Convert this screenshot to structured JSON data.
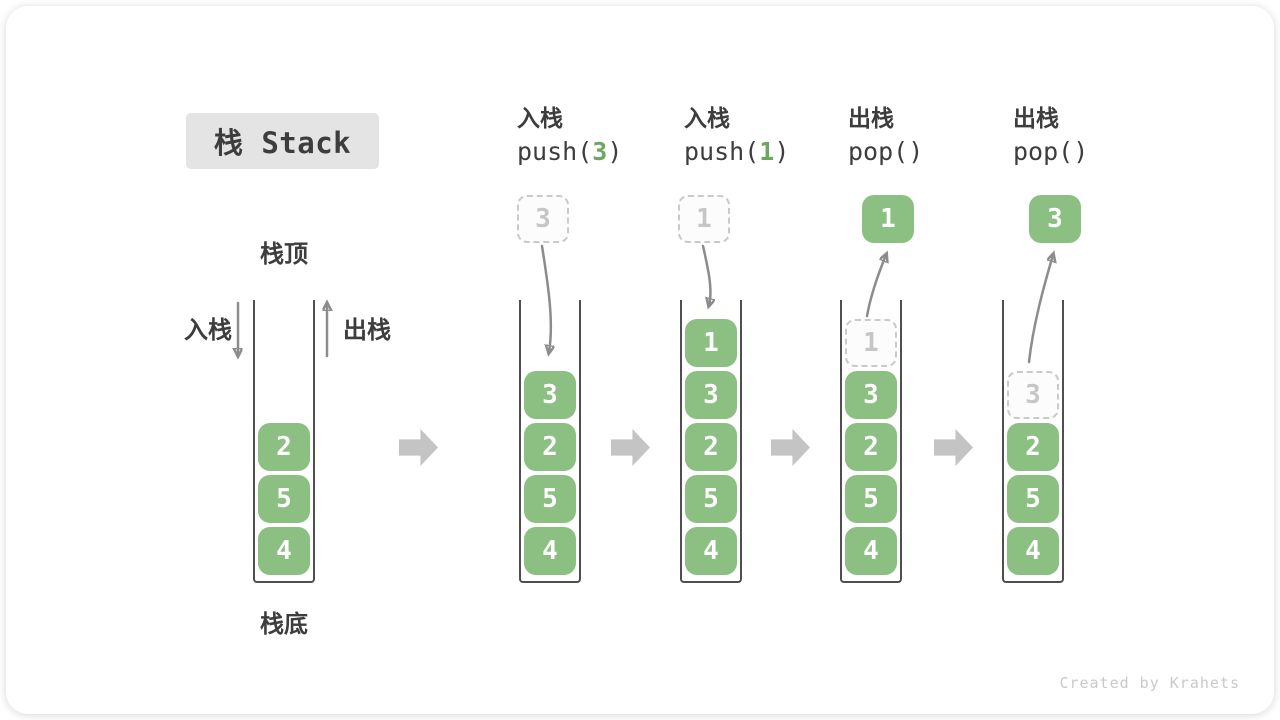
{
  "title": "栈 Stack",
  "watermark": "Created by Krahets",
  "legend": {
    "stack_top": "栈顶",
    "stack_bottom": "栈底",
    "push": "入栈",
    "pop": "出栈"
  },
  "colors": {
    "green": "#8CBF82",
    "code_green": "#6EA65F",
    "block_arrow": "#C4C4C4",
    "curve_arrow": "#8C8C8C",
    "title_bg": "#E4E4E4",
    "text": "#3D3D3D",
    "ghost": "#C6C6C6"
  },
  "operations": [
    {
      "label": "入栈",
      "code_pre": "push(",
      "code_arg": "3",
      "code_post": ")"
    },
    {
      "label": "入栈",
      "code_pre": "push(",
      "code_arg": "1",
      "code_post": ")"
    },
    {
      "label": "出栈",
      "code_pre": "pop(",
      "code_arg": "",
      "code_post": ")"
    },
    {
      "label": "出栈",
      "code_pre": "pop(",
      "code_arg": "",
      "code_post": ")"
    }
  ],
  "stacks": [
    {
      "name": "initial",
      "cells": [
        {
          "value": "2",
          "ghost": false
        },
        {
          "value": "5",
          "ghost": false
        },
        {
          "value": "4",
          "ghost": false
        }
      ],
      "float": null,
      "arrow": null
    },
    {
      "name": "after-push-3",
      "cells": [
        {
          "value": "3",
          "ghost": false
        },
        {
          "value": "2",
          "ghost": false
        },
        {
          "value": "5",
          "ghost": false
        },
        {
          "value": "4",
          "ghost": false
        }
      ],
      "float": {
        "value": "3",
        "ghost": true
      },
      "arrow": "push"
    },
    {
      "name": "after-push-1",
      "cells": [
        {
          "value": "1",
          "ghost": false
        },
        {
          "value": "3",
          "ghost": false
        },
        {
          "value": "2",
          "ghost": false
        },
        {
          "value": "5",
          "ghost": false
        },
        {
          "value": "4",
          "ghost": false
        }
      ],
      "float": {
        "value": "1",
        "ghost": true
      },
      "arrow": "push"
    },
    {
      "name": "after-pop-1",
      "cells": [
        {
          "value": "1",
          "ghost": true
        },
        {
          "value": "3",
          "ghost": false
        },
        {
          "value": "2",
          "ghost": false
        },
        {
          "value": "5",
          "ghost": false
        },
        {
          "value": "4",
          "ghost": false
        }
      ],
      "float": {
        "value": "1",
        "ghost": false
      },
      "arrow": "pop"
    },
    {
      "name": "after-pop-3",
      "cells": [
        {
          "value": "3",
          "ghost": true
        },
        {
          "value": "2",
          "ghost": false
        },
        {
          "value": "5",
          "ghost": false
        },
        {
          "value": "4",
          "ghost": false
        }
      ],
      "float": {
        "value": "3",
        "ghost": false
      },
      "arrow": "pop"
    }
  ]
}
